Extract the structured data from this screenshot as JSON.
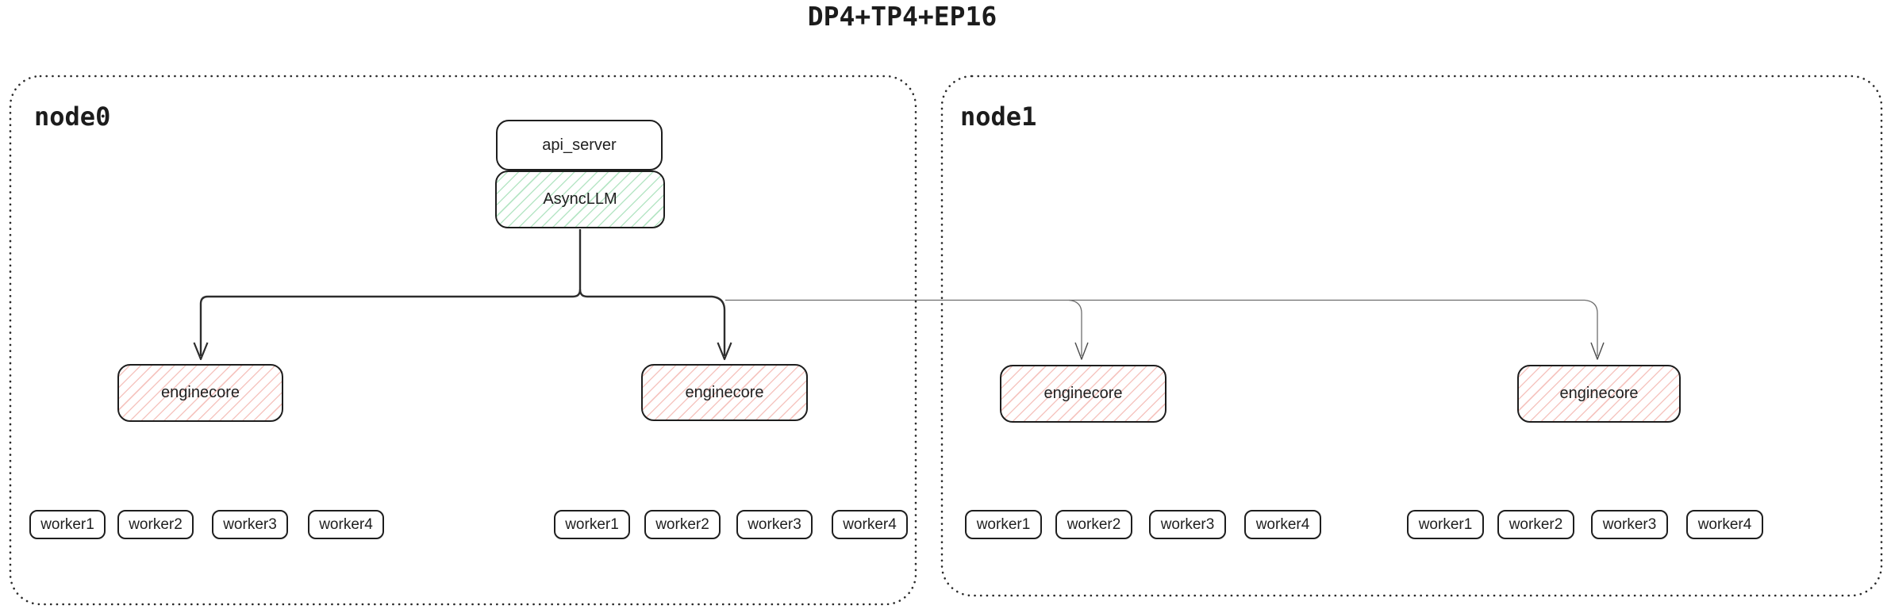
{
  "title": "DP4+TP4+EP16",
  "colors": {
    "green_hatch": "#b7e6c6",
    "red_hatch": "#f6c6c1",
    "box_border": "#1e1e1e",
    "node_border": "#2a2a2a",
    "thick_line": "#2d2d2d",
    "thin_line": "#6e6e6e"
  },
  "node0": {
    "label": "node0",
    "api_server_label": "api_server",
    "async_llm_label": "AsyncLLM",
    "enginecores": [
      "enginecore",
      "enginecore"
    ],
    "worker_groups": [
      [
        "worker1",
        "worker2",
        "worker3",
        "worker4"
      ],
      [
        "worker1",
        "worker2",
        "worker3",
        "worker4"
      ]
    ]
  },
  "node1": {
    "label": "node1",
    "enginecores": [
      "enginecore",
      "enginecore"
    ],
    "worker_groups": [
      [
        "worker1",
        "worker2",
        "worker3",
        "worker4"
      ],
      [
        "worker1",
        "worker2",
        "worker3",
        "worker4"
      ]
    ]
  }
}
